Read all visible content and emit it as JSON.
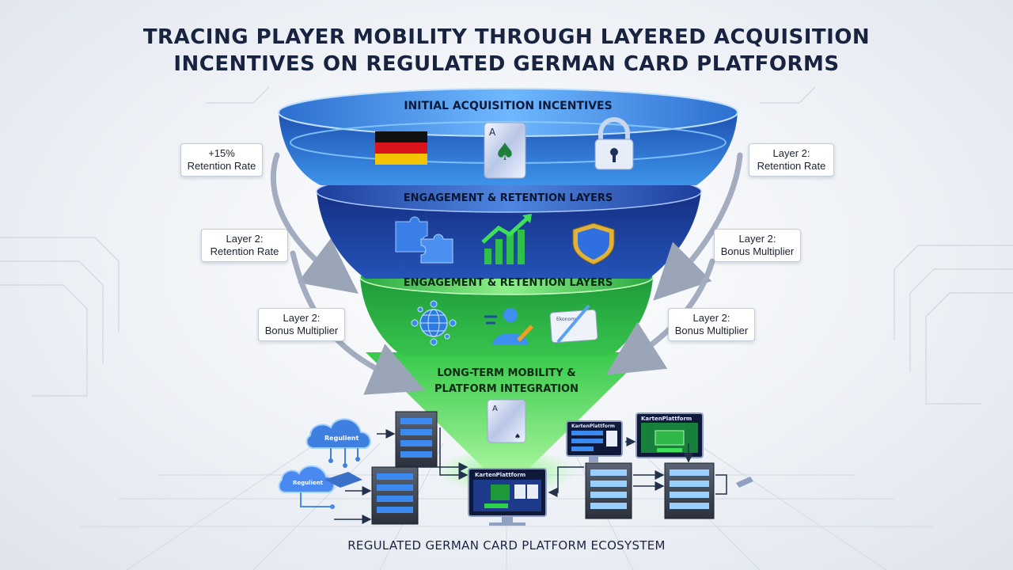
{
  "title": {
    "line1": "TRACING PLAYER MOBILITY THROUGH LAYERED ACQUISITION",
    "line2": "INCENTIVES ON REGULATED GERMAN CARD PLATFORMS"
  },
  "layers": [
    {
      "title": "INITIAL ACQUISITION INCENTIVES",
      "icons": [
        "german-flag-icon",
        "ace-of-spades-card-icon",
        "padlock-icon"
      ]
    },
    {
      "title": "ENGAGEMENT & RETENTION LAYERS",
      "icons": [
        "puzzle-pieces-icon",
        "growth-chart-icon",
        "shield-icon"
      ]
    },
    {
      "title": "ENGAGEMENT & RETENTION LAYERS",
      "icons": [
        "network-globe-icon",
        "user-profile-icon",
        "payment-card-icon"
      ]
    },
    {
      "title_line1": "LONG-TERM MOBILITY &",
      "title_line2": "PLATFORM INTEGRATION",
      "icons": [
        "ace-card-icon"
      ]
    }
  ],
  "callouts": {
    "left": [
      {
        "line1": "+15%",
        "line2": "Retention Rate"
      },
      {
        "line1": "Layer 2:",
        "line2": "Retention Rate"
      },
      {
        "line1": "Layer 2:",
        "line2": "Bonus Multiplier"
      }
    ],
    "right": [
      {
        "line1": "Layer 2:",
        "line2": "Retention Rate"
      },
      {
        "line1": "Layer 2:",
        "line2": "Bonus Multiplier"
      },
      {
        "line1": "Layer 2:",
        "line2": "Bonus Multiplier"
      }
    ]
  },
  "ecosystem": {
    "cloud_top_label": "Regulient",
    "cloud_bottom_label": "Regulient",
    "monitor_center_label": "KartenPlattform",
    "monitor_right_label": "KartenPlattform",
    "monitor_left_label": "KartenPlattform"
  },
  "footer": "REGULATED GERMAN CARD PLATFORM ECOSYSTEM",
  "colors": {
    "title": "#17233f",
    "layer1": "#2f7fd6",
    "layer2": "#1f46a0",
    "layer3": "#2fb84a",
    "layer4": "#45d04e",
    "accent_green": "#3dd64a"
  }
}
